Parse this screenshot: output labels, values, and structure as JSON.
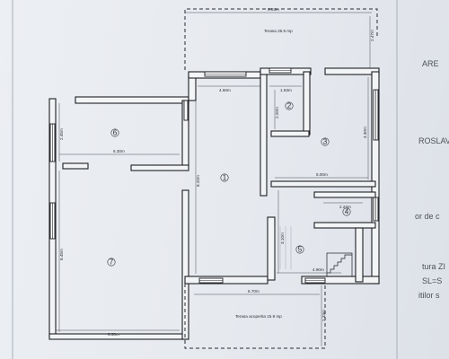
{
  "labels": {
    "terrace_top": "Terasa 26.5 mp",
    "terrace_bottom": "Terasa acoperita 15.9 mp"
  },
  "rooms": [
    "1",
    "2",
    "3",
    "4",
    "5",
    "6",
    "7"
  ],
  "dimensions": {
    "top_width": "9.93m",
    "top_right": "2.47m",
    "d_4_60": "4.60m",
    "d_1_63": "1.63m",
    "d_2_20": "2.20m",
    "d_4_30": "4.30m",
    "d_2_45": "2.45m",
    "d_6_30_a": "6.30m",
    "d_8_20": "8.20m",
    "d_5_00": "5.00m",
    "d_2_23": "2.23m",
    "d_3_10": "3.10m",
    "d_4_90": "4.90m",
    "d_6_45": "6.45m",
    "d_6_70": "6.70m",
    "d_2_33": "2.33m",
    "d_6_30_b": "6.30m"
  },
  "side_text": [
    "ARE",
    "ROSLAV",
    "or de c",
    "tura ZI",
    "SL=S",
    "itilor s"
  ]
}
